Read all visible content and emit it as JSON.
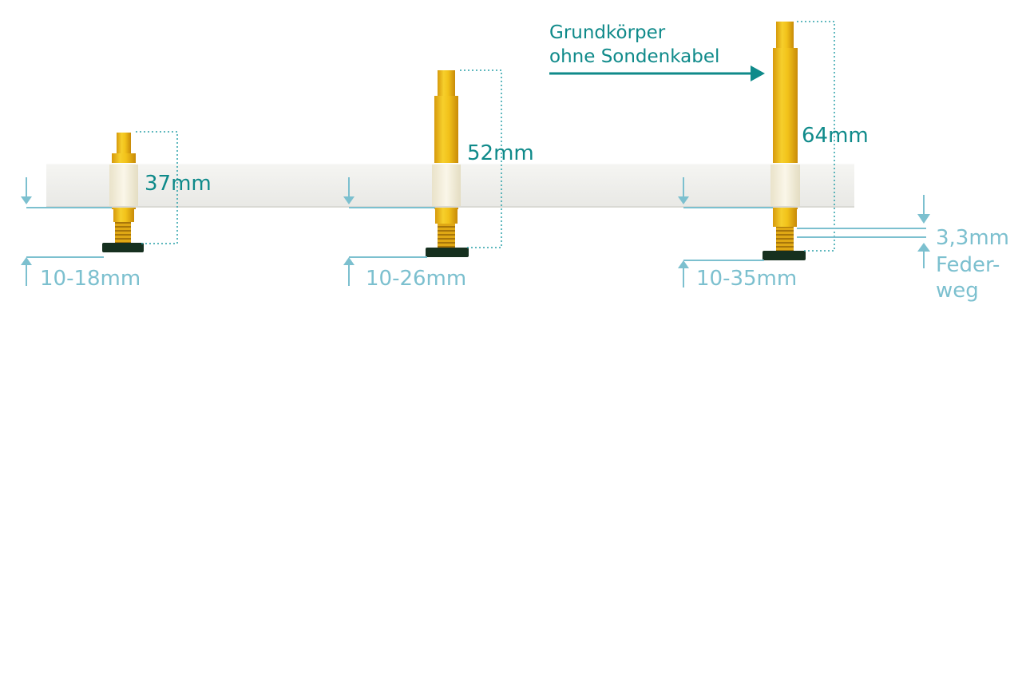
{
  "colors": {
    "teal": "#0f8a8a",
    "light_teal": "#7cc0cf",
    "gold": "#f2c21a",
    "gold_dark": "#c98f0a",
    "tip_dark": "#16301f",
    "plate": "#eeeeea"
  },
  "annotation": {
    "line1": "Grundkörper",
    "line2": "ohne Sondenkabel"
  },
  "probes": [
    {
      "length": "37mm",
      "range": "10-18mm"
    },
    {
      "length": "52mm",
      "range": "10-26mm"
    },
    {
      "length": "64mm",
      "range": "10-35mm"
    }
  ],
  "spring_travel": {
    "value": "3,3mm",
    "label_line1": "Feder-",
    "label_line2": "weg"
  }
}
